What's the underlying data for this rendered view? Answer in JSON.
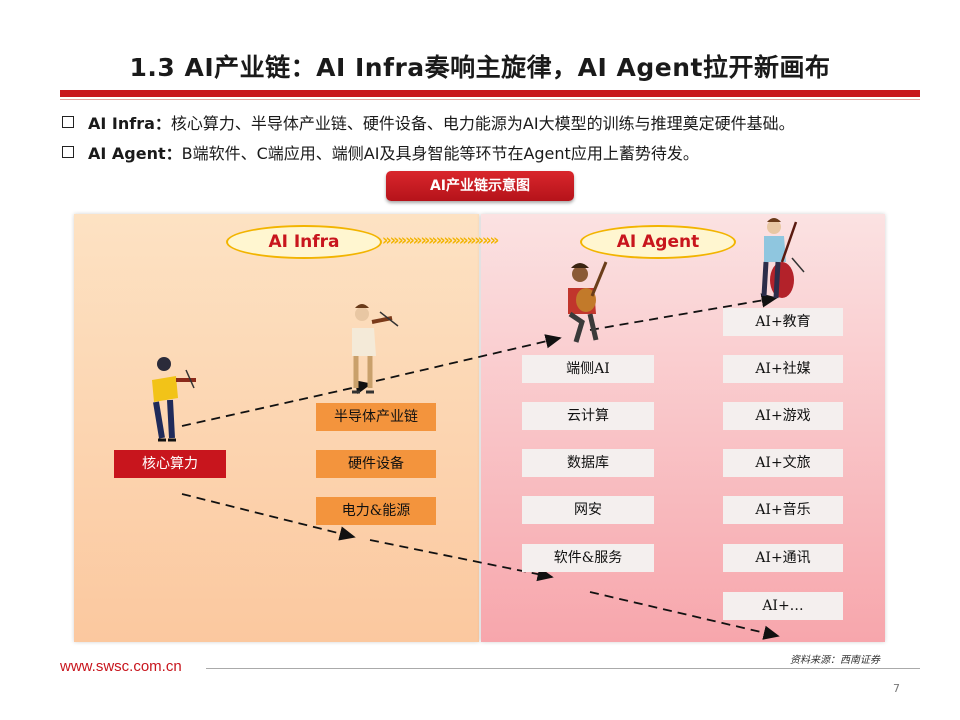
{
  "title": "1.3 AI产业链：AI Infra奏响主旋律，AI Agent拉开新画布",
  "bullets": [
    {
      "head": "AI Infra：",
      "text": "核心算力、半导体产业链、硬件设备、电力能源为AI大模型的训练与推理奠定硬件基础。"
    },
    {
      "head": "AI Agent：",
      "text": "B端软件、C端应用、端侧AI及具身智能等环节在Agent应用上蓄势待发。"
    }
  ],
  "diagram": {
    "caption": "AI产业链示意图",
    "infra_label": "AI Infra",
    "agent_label": "AI Agent",
    "chevrons": "»»»»»»»»»»»»»»»",
    "core": "核心算力",
    "infra_items": [
      "半导体产业链",
      "硬件设备",
      "电力&能源"
    ],
    "mid_items": [
      "端侧AI",
      "云计算",
      "数据库",
      "网安",
      "软件&服务"
    ],
    "app_items": [
      "AI+教育",
      "AI+社媒",
      "AI+游戏",
      "AI+文旅",
      "AI+音乐",
      "AI+通讯",
      "AI+…"
    ]
  },
  "footer": {
    "url": "www.swsc.com.cn",
    "source": "资料来源：西南证券",
    "page": "7"
  },
  "colors": {
    "brand_red": "#c8151d",
    "orange": "#f3943d",
    "gold": "#f2b400"
  }
}
